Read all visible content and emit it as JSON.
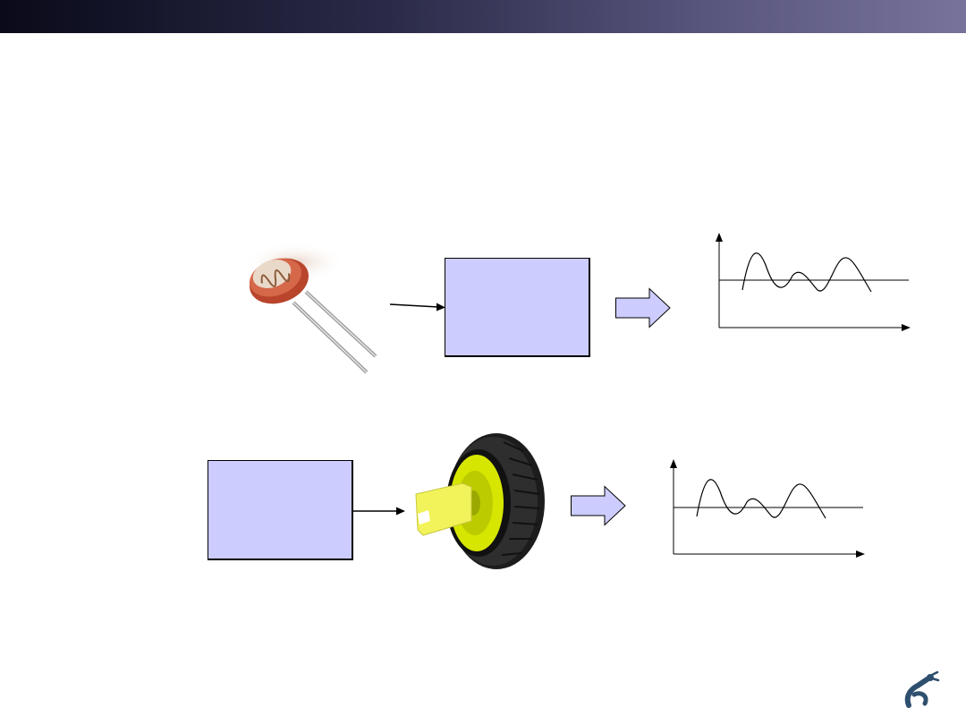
{
  "slide": {
    "title_bar_colors": [
      "#0a0a1a",
      "#77739a"
    ],
    "box_fill": "#ccccff",
    "arrow_fill": "#ccccff"
  },
  "row1": {
    "component": "light-dependent-resistor",
    "signal_shape": "oscillation-with-threshold"
  },
  "row2": {
    "component": "motor-wheel",
    "signal_shape": "oscillation-with-threshold"
  },
  "logo": {
    "icon": "robot-arm-icon"
  }
}
